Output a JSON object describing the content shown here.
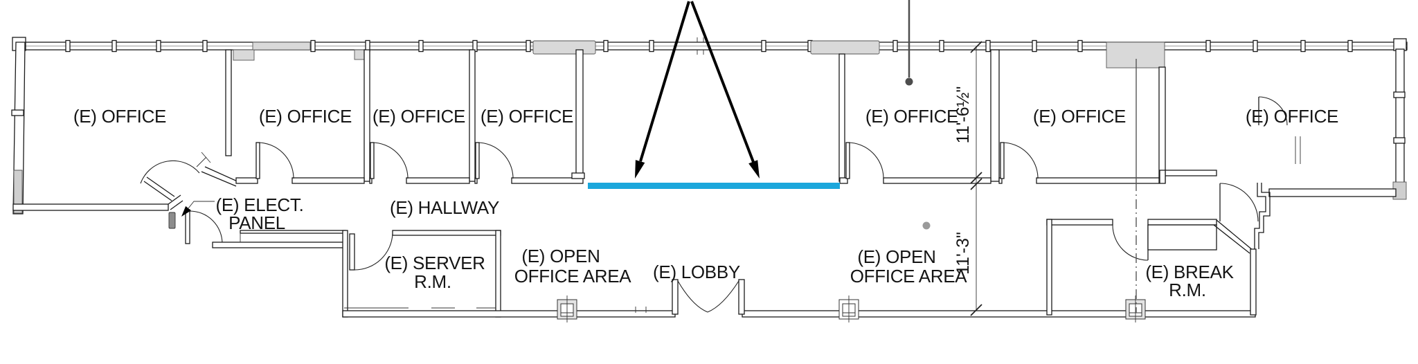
{
  "rooms": {
    "offices": [
      {
        "label": "(E) OFFICE"
      },
      {
        "label": "(E) OFFICE"
      },
      {
        "label": "(E) OFFICE"
      },
      {
        "label": "(E) OFFICE"
      },
      {
        "label": "(E) OFFICE"
      },
      {
        "label": "(E) OFFICE"
      },
      {
        "label": "(E) OFFICE"
      }
    ],
    "hallway": {
      "label": "(E) HALLWAY"
    },
    "elect_panel": {
      "line1": "(E) ELECT.",
      "line2": "PANEL"
    },
    "server_room": {
      "line1": "(E) SERVER",
      "line2": "R.M."
    },
    "open_office_1": {
      "line1": "(E) OPEN",
      "line2": "OFFICE AREA"
    },
    "lobby": {
      "label": "(E) LOBBY"
    },
    "open_office_2": {
      "line1": "(E) OPEN",
      "line2": "OFFICE AREA"
    },
    "break_room": {
      "line1": "(E) BREAK",
      "line2": "R.M."
    }
  },
  "dimensions": {
    "upper": "11'-6½\"",
    "lower": "11'-3\""
  },
  "colors": {
    "highlight": "#1BA7DC",
    "wall": "#1a1a1a",
    "annotation_arrow": "#000000",
    "marker_dot_dark": "#4d4d4d",
    "marker_dot_light": "#9a9a9a"
  }
}
